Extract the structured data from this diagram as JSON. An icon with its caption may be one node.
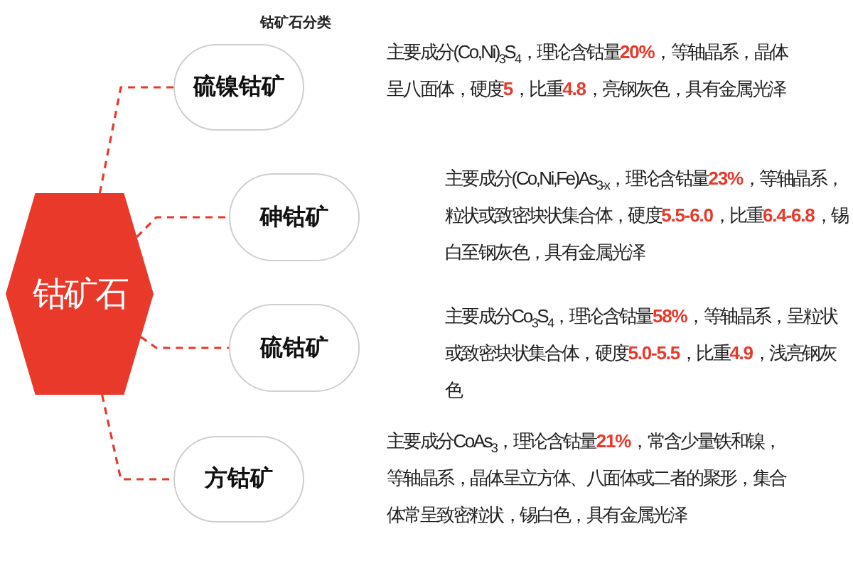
{
  "diagram": {
    "title": "钴矿石分类",
    "nodes": [
      {
        "text": [
          "钴矿石"
        ]
      },
      {
        "text": [
          "硫镍钴矿"
        ]
      },
      {
        "text": [
          "砷钴矿"
        ]
      },
      {
        "text": [
          "硫钴矿"
        ]
      },
      {
        "text": [
          "方钴矿"
        ]
      }
    ],
    "edges": [
      {
        "from": 0,
        "to": 1,
        "arrow": "none",
        "style": "dashed"
      },
      {
        "from": 0,
        "to": 2,
        "arrow": "none",
        "style": "dashed"
      },
      {
        "from": 0,
        "to": 3,
        "arrow": "none",
        "style": "dashed"
      },
      {
        "from": 0,
        "to": 4,
        "arrow": "none",
        "style": "dashed"
      }
    ],
    "labels": [
      "主要成分(Co,Ni)$_{3}$S$_{4}$，理论含钴量**20%**，等轴晶系，晶体呈八面体，硬度**5**，比重**4.8**，亮钢灰色，具有金属光泽",
      "主要成分(Co,Ni,Fe)As$_{3-x}$，理论含钴量**23%**，等轴晶系，粒状或致密块状集合体，硬度**5.5-6.0**，比重**6.4-6.8**，锡白至钢灰色，具有金属光泽",
      "主要成分Co$_{3}$S$_{4}$，理论含钴量**58%**，等轴晶系，呈粒状或致密块状集合体，硬度**5.0-5.5**，比重**4.9**，浅亮钢灰色",
      "主要成分CoAs$_{3}$，理论含钴量**21%**，常含少量铁和镍，等轴晶系，晶体呈立方体、八面体或二者的聚形，集合体常呈致密粒状，锡白色，具有金属光泽"
    ]
  }
}
